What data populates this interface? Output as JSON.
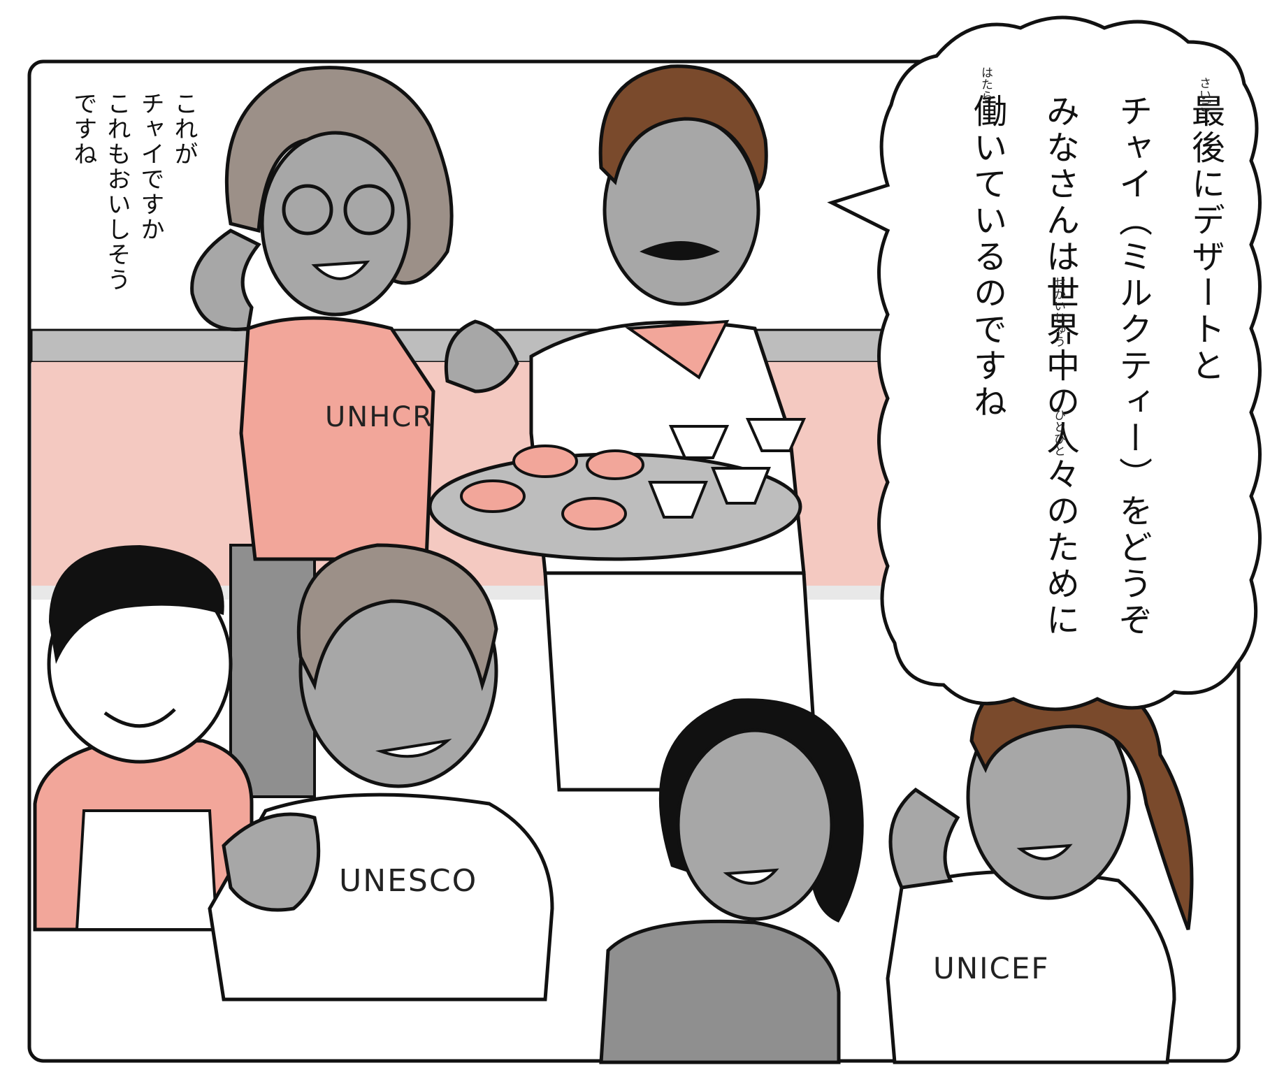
{
  "speech_main": {
    "lines": [
      "最後にデザートと",
      "チャイ（ミルクティー）をどうぞ",
      "みなさんは世界中の人々のために",
      "働いているのですね"
    ],
    "ruby": {
      "saigo": "さいご",
      "sekaiju": "せかいじゅう",
      "hitobito": "ひとびと",
      "hatara": "はたら"
    }
  },
  "speech_small": {
    "lines": [
      "これが",
      "チャイですか",
      "これもおいしそう",
      "ですね"
    ]
  },
  "shirt_labels": {
    "unhcr": "UNHCR",
    "unesco": "UNESCO",
    "unicef": "UNICEF"
  },
  "colors": {
    "outline": "#111111",
    "skin_gray": "#a7a7a7",
    "pink_shirt": "#f2a69a",
    "wall_pink": "#f4c9c1",
    "hair_brown": "#7a4a2c",
    "hair_gray": "#9c9088",
    "hair_black": "#111111"
  }
}
